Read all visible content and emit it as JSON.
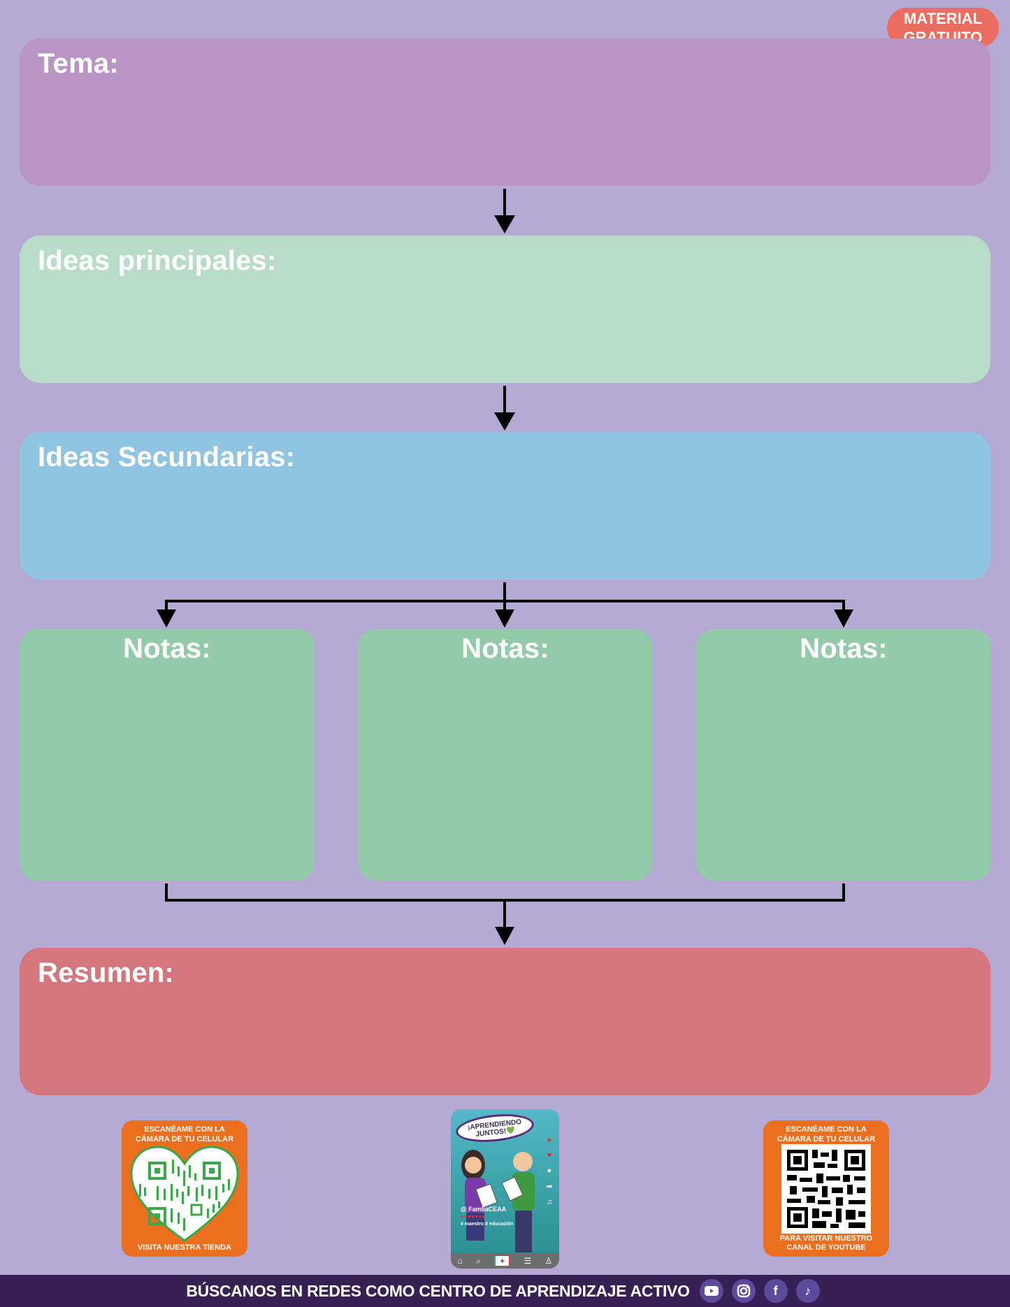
{
  "badge": {
    "line1": "MATERIAL",
    "line2": "GRATUITO"
  },
  "diagram": {
    "tema": {
      "title": "Tema:",
      "color": "#b895c4"
    },
    "ideas_principales": {
      "title": "Ideas principales:",
      "color": "#b8dcc8"
    },
    "ideas_secundarias": {
      "title": "Ideas Secundarias:",
      "color": "#8fc5e2"
    },
    "notas": [
      {
        "title": "Notas:",
        "color": "#93cba9"
      },
      {
        "title": "Notas:",
        "color": "#93cba9"
      },
      {
        "title": "Notas:",
        "color": "#93cba9"
      }
    ],
    "resumen": {
      "title": "Resumen:",
      "color": "#d4767e"
    },
    "background": "#b4aad4"
  },
  "promos": {
    "store_qr": {
      "top_line1": "ESCANÉAME CON LA",
      "top_line2": "CÁMARA DE TU CELULAR",
      "bottom": "VISITA NUESTRA TIENDA",
      "icon": "heart-qr-icon"
    },
    "youtube_qr": {
      "top_line1": "ESCANÉAME CON LA",
      "top_line2": "CÁMARA DE TU CELULAR",
      "bottom_line1": "PARA VISITAR NUESTRO",
      "bottom_line2": "CANAL DE YOUTUBE",
      "icon": "qr-code-icon"
    },
    "phone": {
      "bubble_line1": "¡APRENDIENDO",
      "bubble_line2": "JUNTOS!💚",
      "handle": "@ FamliaCEAA",
      "hearts": "♥♥♥♥♥♥♥",
      "tags": "# maestro # educación"
    }
  },
  "footer": {
    "text": "BÚSCANOS EN REDES COMO CENTRO DE APRENDIZAJE ACTIVO",
    "socials": [
      "youtube-icon",
      "instagram-icon",
      "facebook-icon",
      "tiktok-icon"
    ]
  }
}
